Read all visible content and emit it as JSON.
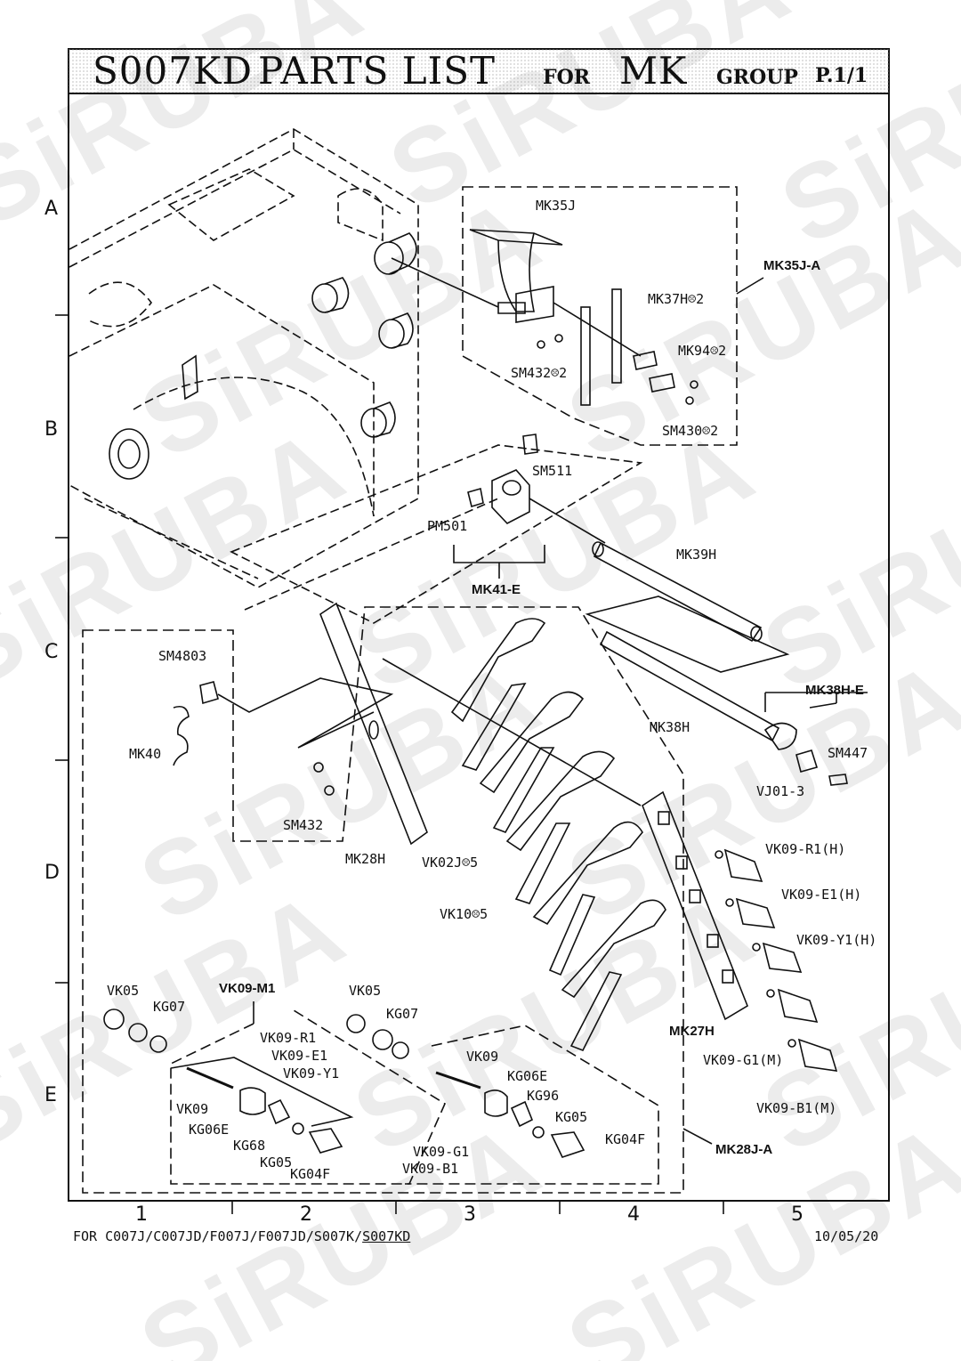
{
  "watermark": "SiRUBA",
  "header": {
    "model": "S007KD",
    "parts_list": "PARTS LIST",
    "for": "FOR",
    "group_code": "MK",
    "group": "GROUP",
    "page": "P.1/1"
  },
  "grid": {
    "rows": [
      "A",
      "B",
      "C",
      "D",
      "E"
    ],
    "columns": [
      "1",
      "2",
      "3",
      "4",
      "5"
    ]
  },
  "labels": {
    "mk35j": "MK35J",
    "mk35j_a": "MK35J-A",
    "mk37h": "MK37H☹2",
    "mk94": "MK94☹2",
    "sm432_2": "SM432☹2",
    "sm430": "SM430☹2",
    "sm511": "SM511",
    "pm501": "PM501",
    "mk41e": "MK41-E",
    "mk39h": "MK39H",
    "sm4803": "SM4803",
    "mk40": "MK40",
    "sm432": "SM432",
    "mk28h": "MK28H",
    "mk38h_e": "MK38H-E",
    "mk38h": "MK38H",
    "sm447": "SM447",
    "vj013": "VJ01-3",
    "vk02j": "VK02J☹5",
    "vk10": "VK10☹5",
    "vk09r1h": "VK09-R1(H)",
    "vk09e1h": "VK09-E1(H)",
    "vk09y1h": "VK09-Y1(H)",
    "mk27h": "MK27H",
    "vk09g1m": "VK09-G1(M)",
    "vk09b1m": "VK09-B1(M)",
    "mk28j_a": "MK28J-A",
    "vk05_a": "VK05",
    "kg07_a": "KG07",
    "vk09m1": "VK09-M1",
    "vk05_b": "VK05",
    "kg07_b": "KG07",
    "vk09r1": "VK09-R1",
    "vk09e1": "VK09-E1",
    "vk09y1": "VK09-Y1",
    "vk09_a": "VK09",
    "kg06e_a": "KG06E",
    "kg68": "KG68",
    "kg05_a": "KG05",
    "kg04f_a": "KG04F",
    "vk09_b": "VK09",
    "kg06e_b": "KG06E",
    "kg96": "KG96",
    "kg05_b": "KG05",
    "kg04f_b": "KG04F",
    "vk09g1": "VK09-G1",
    "vk09b1": "VK09-B1"
  },
  "footer": {
    "for_prefix": "FOR  C007J/C007JD/F007J/F007JD/S007K/",
    "for_current": "S007KD",
    "date": "10/05/20"
  }
}
